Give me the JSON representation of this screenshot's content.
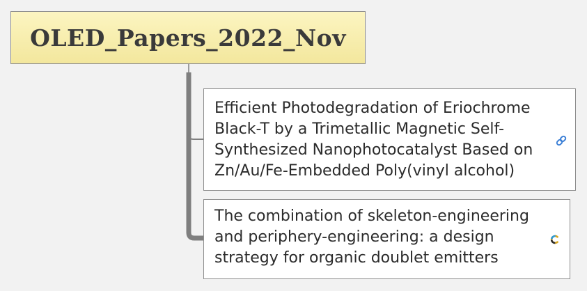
{
  "root": {
    "title": "OLED_Papers_2022_Nov"
  },
  "topics": [
    {
      "text": "Efficient Photodegradation of Eriochrome\nBlack-T by a Trimetallic Magnetic Self-\nSynthesized Nanophotocatalyst Based on\nZn/Au/Fe-Embedded Poly(vinyl alcohol)",
      "icon": "link-icon"
    },
    {
      "text": "The combination of skeleton-engineering\nand periphery-engineering: a design\nstrategy for organic doublet emitters",
      "icon": "c-logo-icon"
    }
  ],
  "colors": {
    "root_fill": "#f7eeb0",
    "root_border": "#8f8f8f",
    "connector": "#7f7f7f",
    "link_icon": "#3b7fd6",
    "topic_border": "#8c8c8c"
  }
}
